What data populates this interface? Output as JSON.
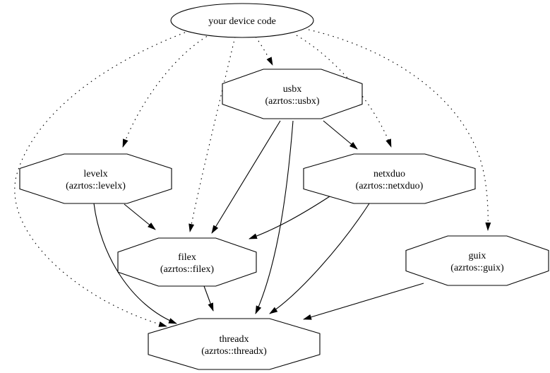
{
  "diagram": {
    "type": "dependency-graph",
    "background_color": "#ffffff",
    "stroke_color": "#000000",
    "node_fill_color": "#ffffff",
    "nodes": [
      {
        "id": "device",
        "label": "your device code",
        "sublabel": "",
        "shape": "ellipse"
      },
      {
        "id": "usbx",
        "label": "usbx",
        "sublabel": "(azrtos::usbx)",
        "shape": "octagon"
      },
      {
        "id": "levelx",
        "label": "levelx",
        "sublabel": "(azrtos::levelx)",
        "shape": "octagon"
      },
      {
        "id": "netxduo",
        "label": "netxduo",
        "sublabel": "(azrtos::netxduo)",
        "shape": "octagon"
      },
      {
        "id": "filex",
        "label": "filex",
        "sublabel": "(azrtos::filex)",
        "shape": "octagon"
      },
      {
        "id": "guix",
        "label": "guix",
        "sublabel": "(azrtos::guix)",
        "shape": "octagon"
      },
      {
        "id": "threadx",
        "label": "threadx",
        "sublabel": "(azrtos::threadx)",
        "shape": "octagon"
      }
    ],
    "edges": [
      {
        "from": "device",
        "to": "usbx",
        "style": "dotted"
      },
      {
        "from": "device",
        "to": "levelx",
        "style": "dotted"
      },
      {
        "from": "device",
        "to": "netxduo",
        "style": "dotted"
      },
      {
        "from": "device",
        "to": "filex",
        "style": "dotted"
      },
      {
        "from": "device",
        "to": "guix",
        "style": "dotted"
      },
      {
        "from": "device",
        "to": "threadx",
        "style": "dotted"
      },
      {
        "from": "usbx",
        "to": "netxduo",
        "style": "solid"
      },
      {
        "from": "usbx",
        "to": "filex",
        "style": "solid"
      },
      {
        "from": "usbx",
        "to": "threadx",
        "style": "solid"
      },
      {
        "from": "levelx",
        "to": "filex",
        "style": "solid"
      },
      {
        "from": "levelx",
        "to": "threadx",
        "style": "solid"
      },
      {
        "from": "netxduo",
        "to": "filex",
        "style": "solid"
      },
      {
        "from": "netxduo",
        "to": "threadx",
        "style": "solid"
      },
      {
        "from": "filex",
        "to": "threadx",
        "style": "solid"
      },
      {
        "from": "guix",
        "to": "threadx",
        "style": "solid"
      }
    ]
  }
}
